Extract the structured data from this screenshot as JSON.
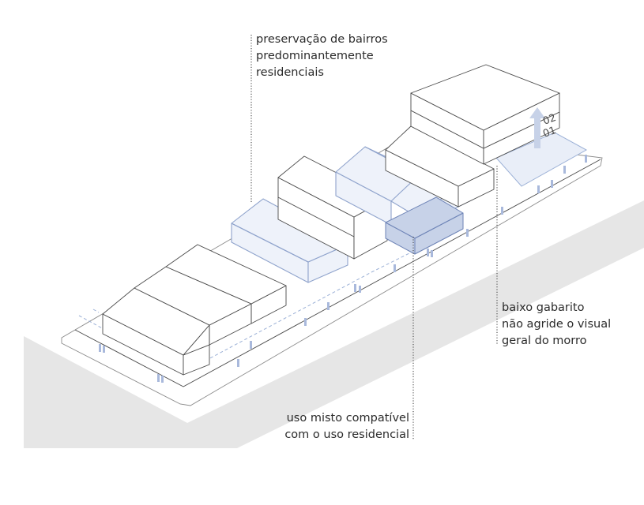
{
  "annotations": {
    "preservation": {
      "line1": "preservação de bairros",
      "line2": "predominantemente",
      "line3": "residenciais"
    },
    "height": {
      "line1": "baixo gabarito",
      "line2": "não agride o visual",
      "line3": "geral do morro"
    },
    "mixed_use": {
      "line1": "uso misto compatível",
      "line2": "com o uso residencial"
    }
  },
  "floor_labels": {
    "upper": "02",
    "lower": "01"
  },
  "colors": {
    "highlight_light": "#eef2fa",
    "highlight_stroke": "#8fa3cc",
    "highlight_dark": "#c7d2e8",
    "ground_shadow": "#e6e6e6"
  }
}
